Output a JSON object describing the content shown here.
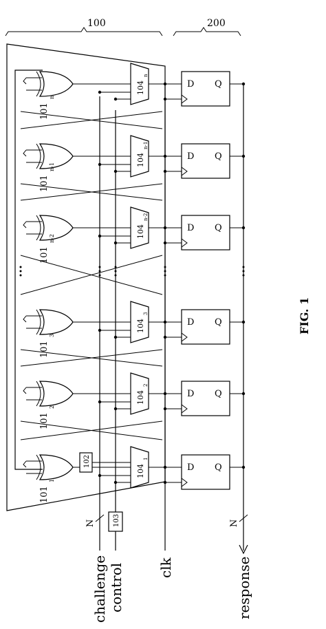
{
  "figure_caption": "FIG. 1",
  "group_labels": {
    "main": "100",
    "flipflops": "200"
  },
  "xor_label": "101",
  "mux_label": "104",
  "component_102": "102",
  "component_103": "103",
  "ff_d": "D",
  "ff_q": "Q",
  "bus_width": "N",
  "signals": {
    "challenge": "challenge",
    "control": "control",
    "clk": "clk",
    "response": "response"
  },
  "stages": [
    {
      "sub": "n",
      "mux_sub": "n"
    },
    {
      "sub": "n-1",
      "mux_sub": "n-1"
    },
    {
      "sub": "n-2",
      "mux_sub": "n-2"
    },
    {
      "sub": "3",
      "mux_sub": "3"
    },
    {
      "sub": "2",
      "mux_sub": "2"
    },
    {
      "sub": "1",
      "mux_sub": "1"
    }
  ],
  "colors": {
    "ink": "#000000",
    "background": "#ffffff"
  }
}
